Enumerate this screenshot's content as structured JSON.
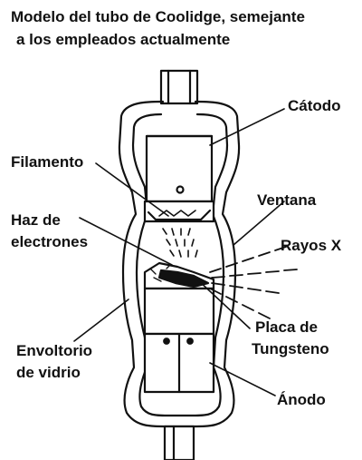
{
  "title": {
    "line1": "Modelo del tubo de Coolidge, semejante",
    "line2": "a los empleados actualmente"
  },
  "labels": {
    "catodo": "Cátodo",
    "filamento": "Filamento",
    "ventana": "Ventana",
    "haz_line1": "Haz de",
    "haz_line2": "electrones",
    "rayos_x": "Rayos X",
    "placa_line1": "Placa de",
    "placa_line2": "Tungsteno",
    "envoltorio_line1": "Envoltorio",
    "envoltorio_line2": "de vidrio",
    "anodo": "Ánodo"
  },
  "colors": {
    "ink": "#111111",
    "paper": "#ffffff"
  }
}
